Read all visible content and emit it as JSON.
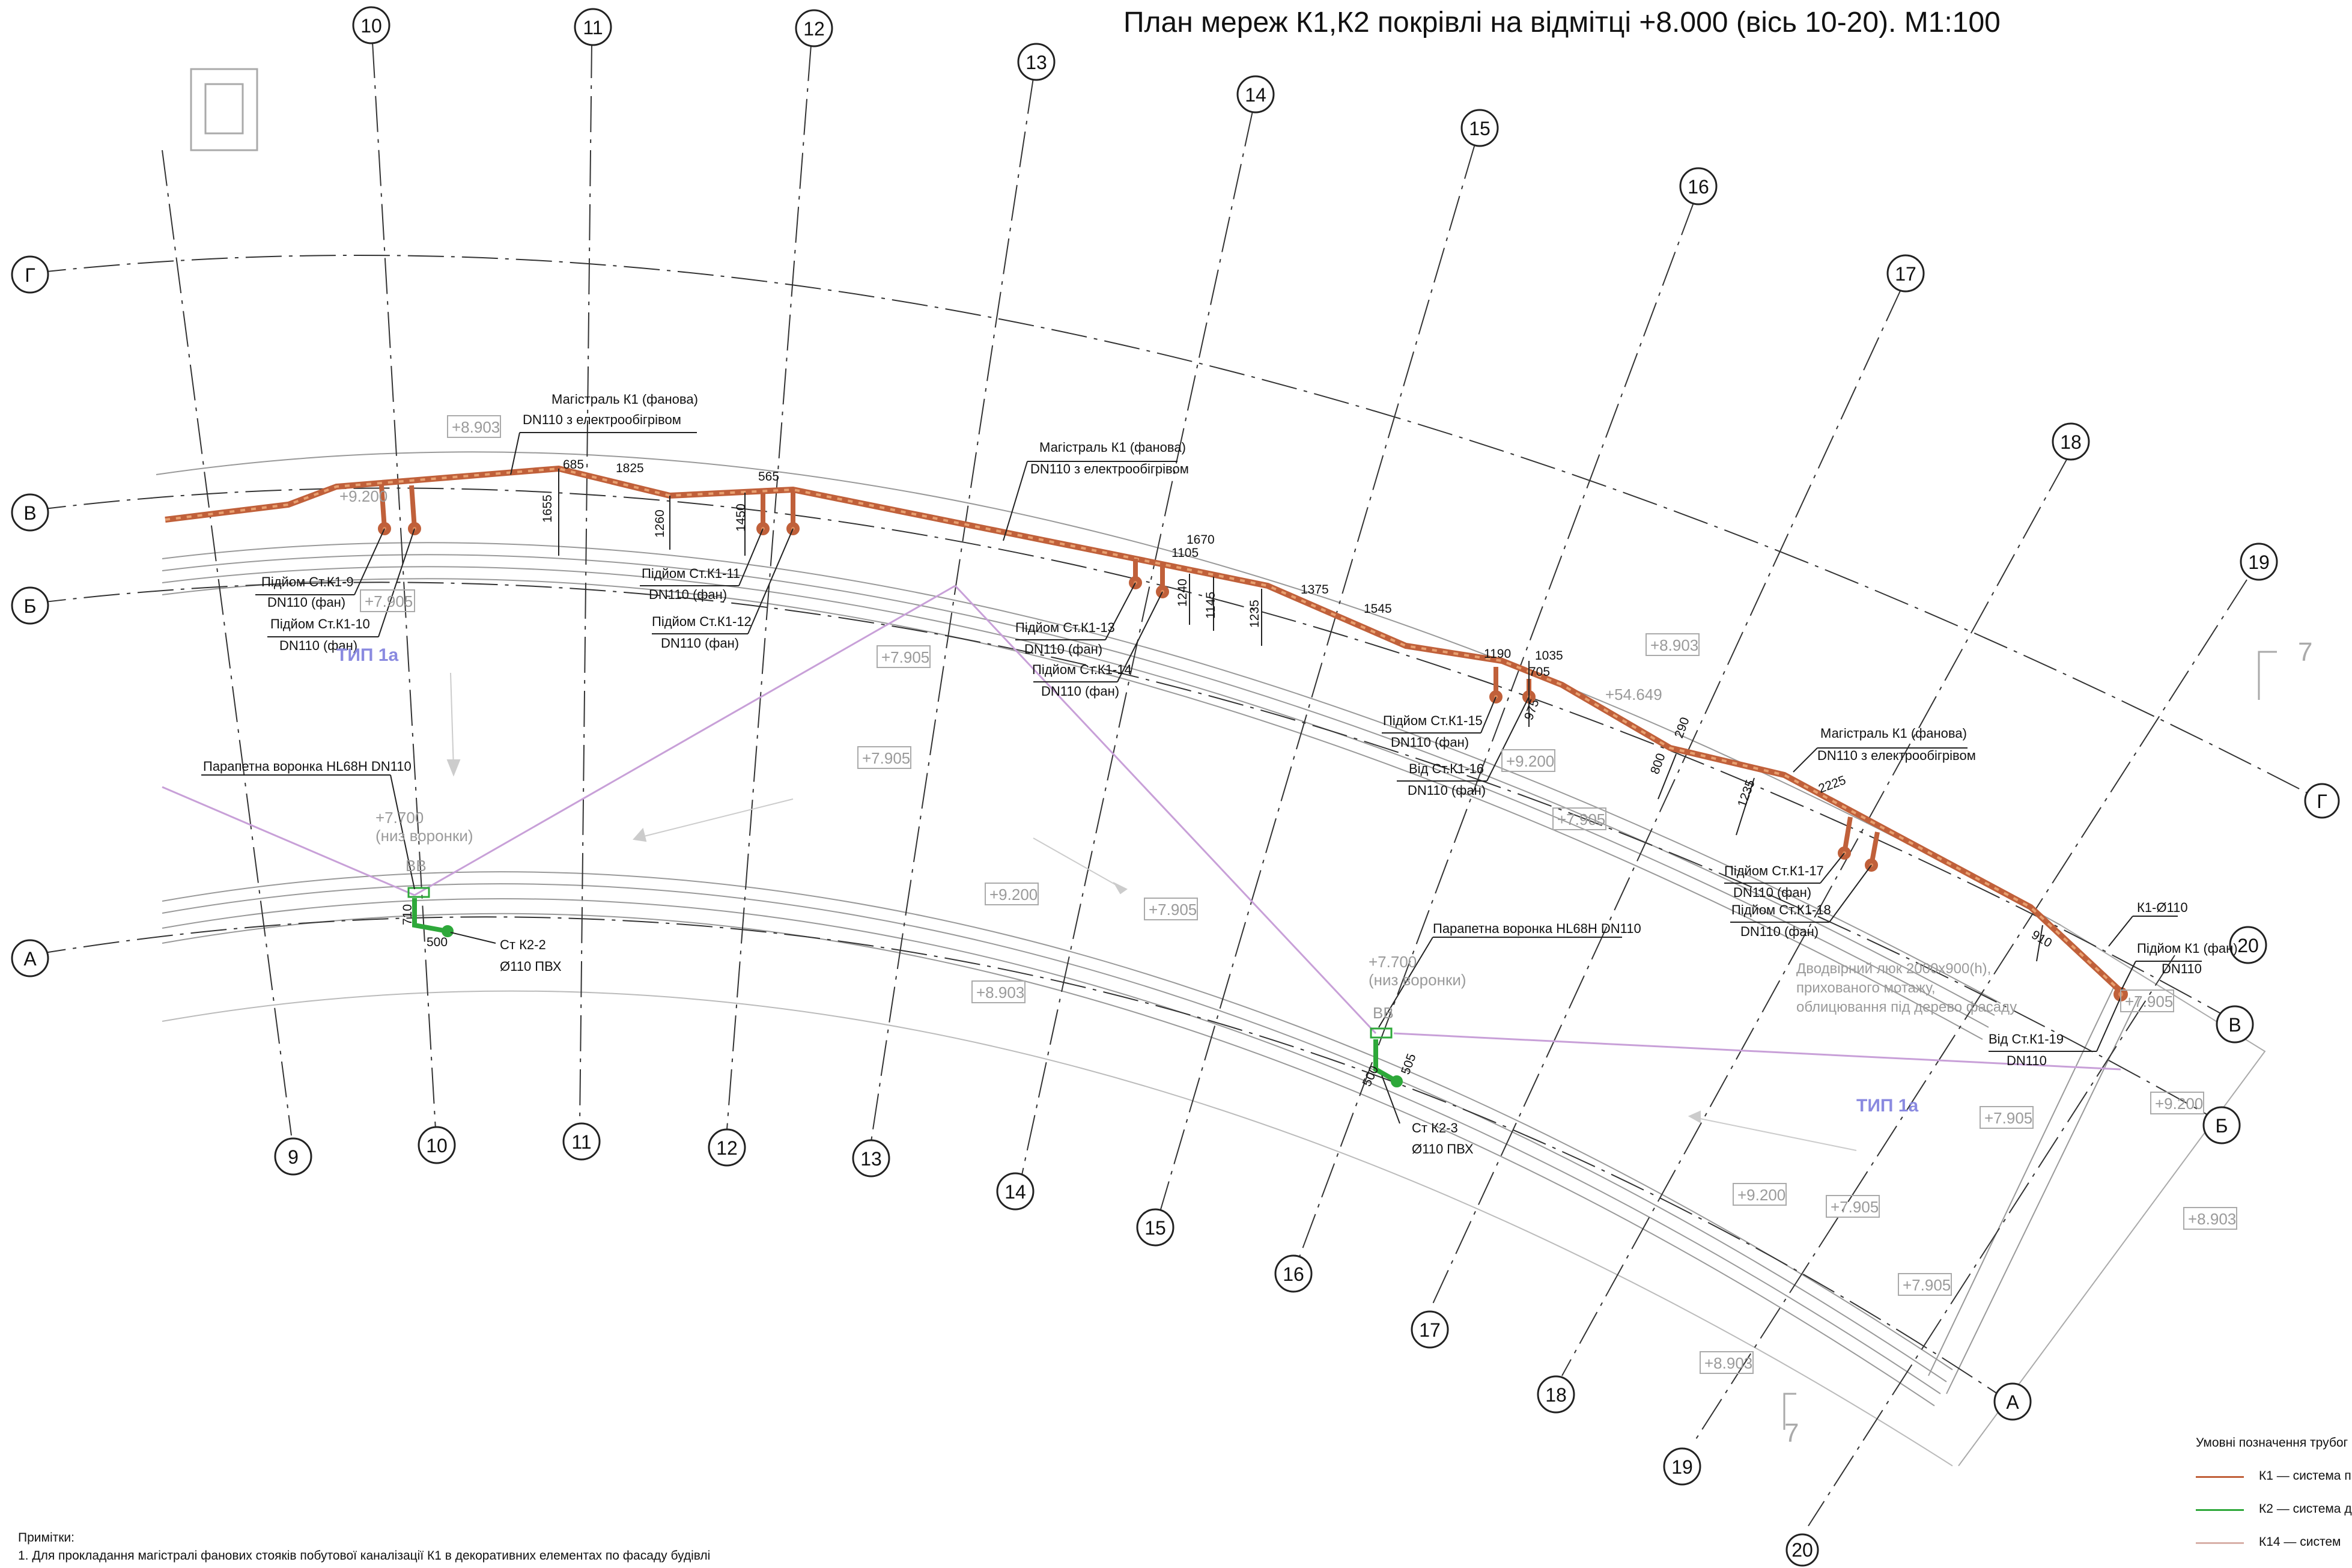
{
  "title": "План мереж К1,К2 покрівлі на відмітці +8.000 (вісь 10-20). М1:100",
  "colors": {
    "k1_pipe": "#c0603a",
    "k1_fill": "#e08a5a",
    "k2_pipe": "#2ea83a",
    "k14_line": "#c8a0d8",
    "axis_line": "#444444",
    "annotation_gray": "#9a9a9a",
    "zone_label": "#8a8ae0"
  },
  "axis_bubbles": {
    "top": [
      "10",
      "11",
      "12",
      "13",
      "14",
      "15",
      "16",
      "17",
      "18",
      "19"
    ],
    "bottom": [
      "9",
      "10",
      "11",
      "12",
      "13",
      "14",
      "15",
      "16",
      "17",
      "18",
      "19",
      "20"
    ],
    "letters_left": [
      "Г",
      "В",
      "Б",
      "А"
    ],
    "letters_right": [
      "Г",
      "В",
      "Б",
      "А"
    ],
    "right_20": "20"
  },
  "pipe_labels": {
    "main1_line1": "Магістраль К1 (фанова)",
    "main1_line2": "DN110 з електрообігрівом",
    "main2_line1": "Магістраль К1 (фанова)",
    "main2_line2": "DN110 з електрообігрівом",
    "main3_line1": "Магістраль К1 (фанова)",
    "main3_line2": "DN110 з електрообігрівом"
  },
  "risers": [
    {
      "l1": "Підйом Ст.К1-9",
      "l2": "DN110 (фан)"
    },
    {
      "l1": "Підйом Ст.К1-10",
      "l2": "DN110 (фан)"
    },
    {
      "l1": "Підйом Ст.К1-11",
      "l2": "DN110 (фан)"
    },
    {
      "l1": "Підйом Ст.К1-12",
      "l2": "DN110 (фан)"
    },
    {
      "l1": "Підйом Ст.К1-13",
      "l2": "DN110 (фан)"
    },
    {
      "l1": "Підйом Ст.К1-14",
      "l2": "DN110 (фан)"
    },
    {
      "l1": "Підйом Ст.К1-15",
      "l2": "DN110 (фан)"
    },
    {
      "l1": "Від Ст.К1-16",
      "l2": "DN110 (фан)"
    },
    {
      "l1": "Підйом Ст.К1-17",
      "l2": "DN110 (фан)"
    },
    {
      "l1": "Підйом Ст.К1-18",
      "l2": "DN110 (фан)"
    },
    {
      "l1": "Від Ст.К1-19",
      "l2": "DN110"
    }
  ],
  "riser_k1_fan": {
    "l1": "Підйом К1 (фан)",
    "l2": "DN110"
  },
  "k1_dia": "К1-Ø110",
  "funnels": {
    "f1_label": "Парапетна воронка HL68H DN110",
    "f2_label": "Парапетна воронка HL68H DN110",
    "f_elev_1": "+7.700",
    "f_elev_2": "(низ воронки)",
    "bb": "ВВ"
  },
  "k2": [
    {
      "l1": "Ст К2-2",
      "l2": "Ø110 ПВХ"
    },
    {
      "l1": "Ст К2-3",
      "l2": "Ø110 ПВХ"
    }
  ],
  "dims": {
    "d685": "685",
    "d1825": "1825",
    "d565": "565",
    "d1655": "1655",
    "d1260": "1260",
    "d1450": "1450",
    "d1670": "1670",
    "d1105": "1105",
    "d1240": "1240",
    "d1145": "1145",
    "d1235a": "1235",
    "d1375": "1375",
    "d1545": "1545",
    "d1190": "1190",
    "d1035": "1035",
    "d705": "705",
    "d975": "975",
    "d290": "290",
    "d800": "800",
    "d1235b": "1235",
    "d2225": "2225",
    "d910": "910",
    "d710": "710",
    "d500a": "500",
    "d500b": "500",
    "d505": "505"
  },
  "elevations": {
    "e8903": "+8.903",
    "e9200": "+9.200",
    "e7905": "+7.905",
    "e54649": "+54.649"
  },
  "zone": "ТИП 1а",
  "hatch_note": {
    "l1": "Дводвірний люк 2000х900(h),",
    "l2": "прихованого мотажу,",
    "l3": "облицювання під дерево фасаду"
  },
  "marker7": "7",
  "notes": {
    "heading": "Примітки:",
    "n1": "1. Для прокладання магістралі фанових стояків побутової каналізації К1 в декоративних елементах по фасаду будівлі"
  },
  "legend": {
    "heading": "Умовні позначення трубог",
    "k1": "К1 — система п",
    "k2": "К2 — система д",
    "k14": "К14 — систем"
  }
}
